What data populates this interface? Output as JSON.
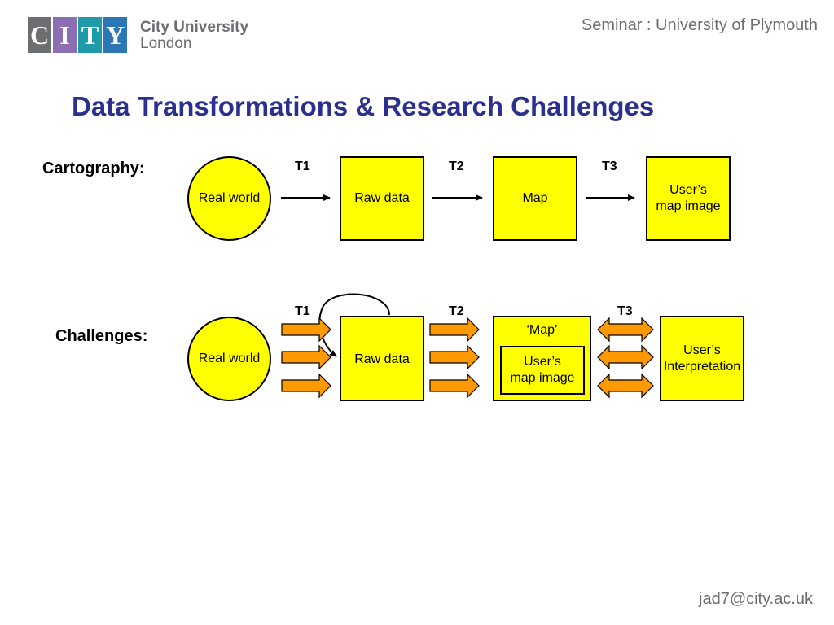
{
  "header": {
    "logo_letters": [
      "C",
      "I",
      "T",
      "Y"
    ],
    "logo_colors": [
      "#6d6e71",
      "#8b6fb2",
      "#1f9aa8",
      "#2b77b6"
    ],
    "logo_line1": "City University",
    "logo_line2": "London",
    "seminar": "Seminar : University of Plymouth"
  },
  "title": "Data Transformations & Research Challenges",
  "cartography": {
    "label": "Cartography:",
    "nodes": [
      "Real world",
      "Raw data",
      "Map",
      "User’s\nmap image"
    ],
    "transforms": [
      "T1",
      "T2",
      "T3"
    ]
  },
  "challenges": {
    "label": "Challenges:",
    "nodes": [
      "Real world",
      "Raw data",
      "‘Map’",
      "User’s\nInterpretation"
    ],
    "inner_box": "User’s\nmap image",
    "transforms": [
      "T1",
      "T2",
      "T3"
    ]
  },
  "colors": {
    "node_fill": "#ffff00",
    "arrow_fill": "#ff9900",
    "title": "#2b2f8f"
  },
  "footer": {
    "email": "jad7@city.ac.uk"
  }
}
